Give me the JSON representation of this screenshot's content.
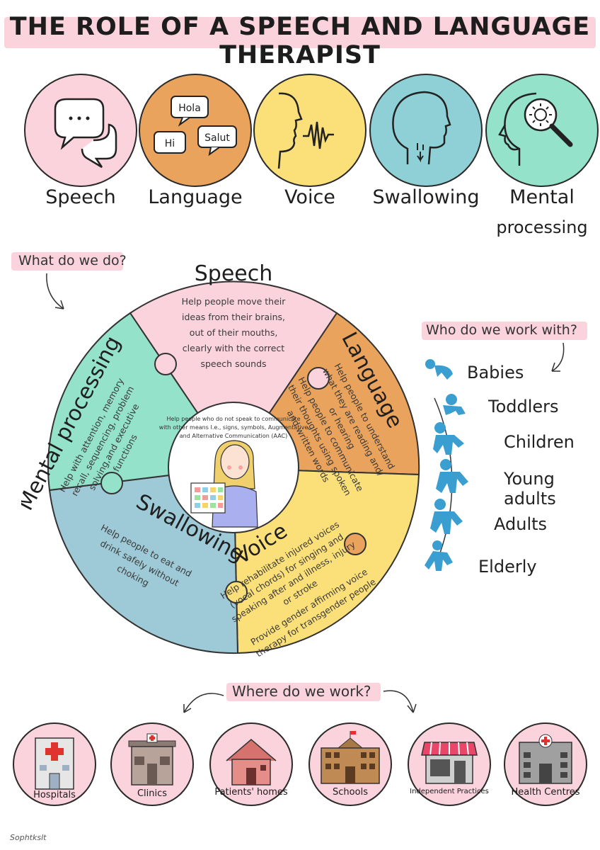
{
  "title": "THE ROLE OF A SPEECH AND LANGUAGE THERAPIST",
  "colors": {
    "pink": "#fbd3dd",
    "orange": "#eaa35c",
    "yellow": "#fbe07a",
    "teal": "#8fcfd6",
    "mint": "#93e2c9",
    "blue": "#9ec9d6",
    "figure_blue": "#3a9fd0"
  },
  "categories": [
    {
      "label": "Speech",
      "icon": "speech-bubbles-icon"
    },
    {
      "label": "Language",
      "icon": "language-bubbles-icon",
      "bubbles": [
        "Hola",
        "Hi",
        "Salut"
      ]
    },
    {
      "label": "Voice",
      "icon": "voice-wave-icon"
    },
    {
      "label": "Swallowing",
      "icon": "throat-swallow-icon"
    },
    {
      "label": "Mental processing",
      "label_line1": "Mental",
      "label_line2": "processing",
      "icon": "head-gear-icon"
    }
  ],
  "what_label": "What do we do?",
  "wheel": {
    "speech": {
      "title": "Speech",
      "text": [
        "Help people move their",
        "ideas from their brains,",
        "out of their mouths,",
        "clearly with the correct",
        "speech sounds"
      ]
    },
    "language": {
      "title": "Language",
      "text": [
        "Help people to understand",
        "what they are reading and/",
        "or hearing",
        "Help people to communicate",
        "their thoughts using spoken",
        "and written words"
      ]
    },
    "voice": {
      "title": "Voice",
      "text": [
        "Help rehabilitate injured voices",
        "(vocal chords) for singing and",
        "speaking after and illness, injury",
        "or stroke",
        "Provide gender affirming voice",
        "therapy for transgender people"
      ]
    },
    "swallowing": {
      "title": "Swallowing",
      "text": [
        "Help people to eat and",
        "drink safely without",
        "choking"
      ]
    },
    "mental": {
      "title": "Mental processing",
      "text": [
        "Help with attention, memory",
        "recall, sequencing, problem",
        "solving,and executive",
        "functions"
      ]
    },
    "center": {
      "text": [
        "Help people who do not speak to communicate",
        "with other means I.e., signs, symbols, Augmentative",
        "and Alternative Communication (AAC)"
      ]
    }
  },
  "who_label": "Who do we work with?",
  "groups": [
    "Babies",
    "Toddlers",
    "Children",
    "Young adults",
    "Adults",
    "Elderly"
  ],
  "where_label": "Where do we work?",
  "places": [
    {
      "label": "Hospitals",
      "icon": "hospital-icon"
    },
    {
      "label": "Clinics",
      "icon": "clinic-icon"
    },
    {
      "label": "Patients' homes",
      "icon": "house-icon"
    },
    {
      "label": "Schools",
      "icon": "school-icon"
    },
    {
      "label": "Independent Practices",
      "icon": "shop-icon"
    },
    {
      "label": "Health Centres",
      "icon": "health-centre-icon"
    }
  ],
  "signature": "Sophtkslt"
}
